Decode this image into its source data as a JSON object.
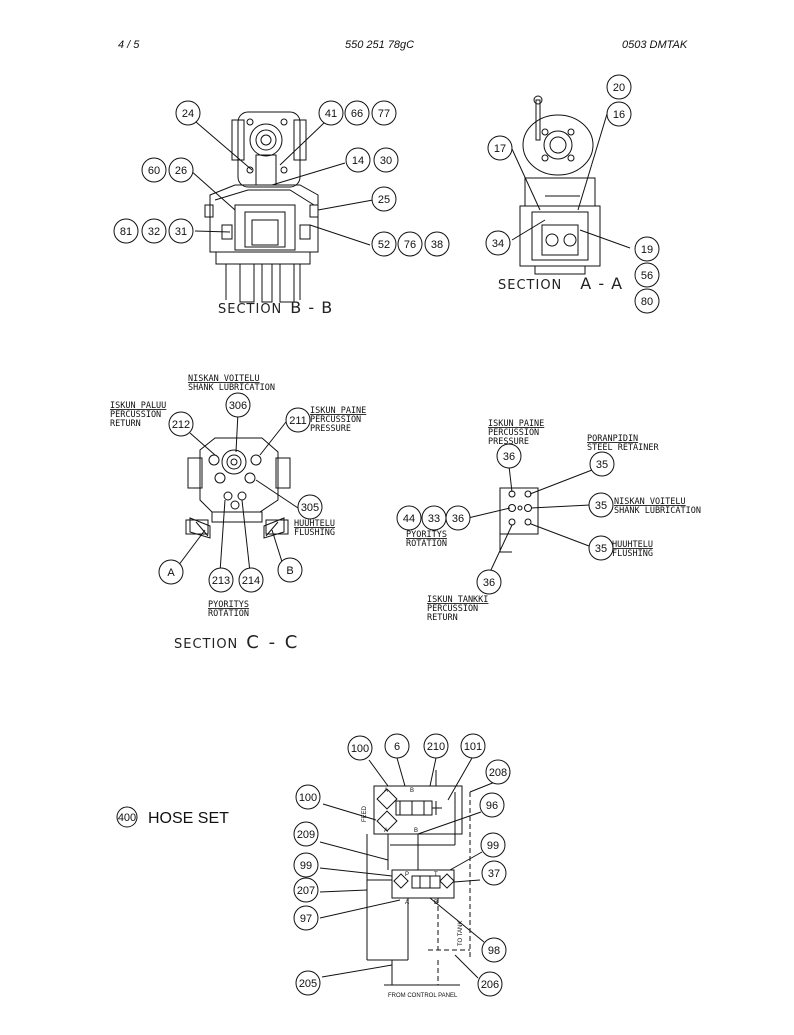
{
  "header": {
    "page": "4 /  5",
    "doc_no": "550 251 78gC",
    "model": "0503 DMTAK"
  },
  "sections": {
    "bb": [
      "SECTION",
      "B - B"
    ],
    "aa": [
      "SECTION",
      "A - A"
    ],
    "cc": [
      "SECTION",
      "C - C"
    ]
  },
  "labels": {
    "cc_shank": [
      "NISKAN VOITELU",
      "SHANK LUBRICATION"
    ],
    "cc_return": [
      "ISKUN PALUU",
      "PERCUSSION",
      "RETURN"
    ],
    "cc_pressure": [
      "ISKUN PAINE",
      "PERCUSSION",
      "PRESSURE"
    ],
    "cc_flushing": [
      "HUUHTELU",
      "FLUSHING"
    ],
    "cc_rotation": [
      "PYORITYS",
      "ROTATION"
    ],
    "r_pressure": [
      "ISKUN PAINE",
      "PERCUSSION",
      "PRESSURE"
    ],
    "r_steel": [
      "PORANPIDIN",
      "STEEL RETAINER"
    ],
    "r_shank": [
      "NISKAN VOITELU",
      "SHANK LUBRICATION"
    ],
    "r_rotation": [
      "PYORITYS",
      "ROTATION"
    ],
    "r_flushing": [
      "HUUHTELU",
      "FLUSHING"
    ],
    "r_return": [
      "ISKUN TANKKI",
      "PERCUSSION",
      "RETURN"
    ]
  },
  "hose_set": {
    "number": "400",
    "label": "HOSE SET"
  },
  "schematic": {
    "feed": "FEED",
    "to_tank": "TO TANK",
    "from_panel": "FROM CONTROL PANEL",
    "ports": [
      "A",
      "B",
      "P",
      "T"
    ]
  },
  "balloons": {
    "bb": [
      "24",
      "41",
      "66",
      "77",
      "60",
      "26",
      "14",
      "30",
      "25",
      "81",
      "32",
      "31",
      "52",
      "76",
      "38"
    ],
    "aa": [
      "20",
      "16",
      "17",
      "34",
      "19",
      "56",
      "80"
    ],
    "cc": [
      "306",
      "212",
      "211",
      "305",
      "A",
      "213",
      "214",
      "B"
    ],
    "right": [
      "36",
      "35",
      "44",
      "33",
      "36",
      "35",
      "35",
      "36"
    ],
    "hose": [
      "100",
      "6",
      "210",
      "101",
      "208",
      "100",
      "96",
      "209",
      "99",
      "99",
      "37",
      "207",
      "97",
      "98",
      "205",
      "206"
    ]
  }
}
